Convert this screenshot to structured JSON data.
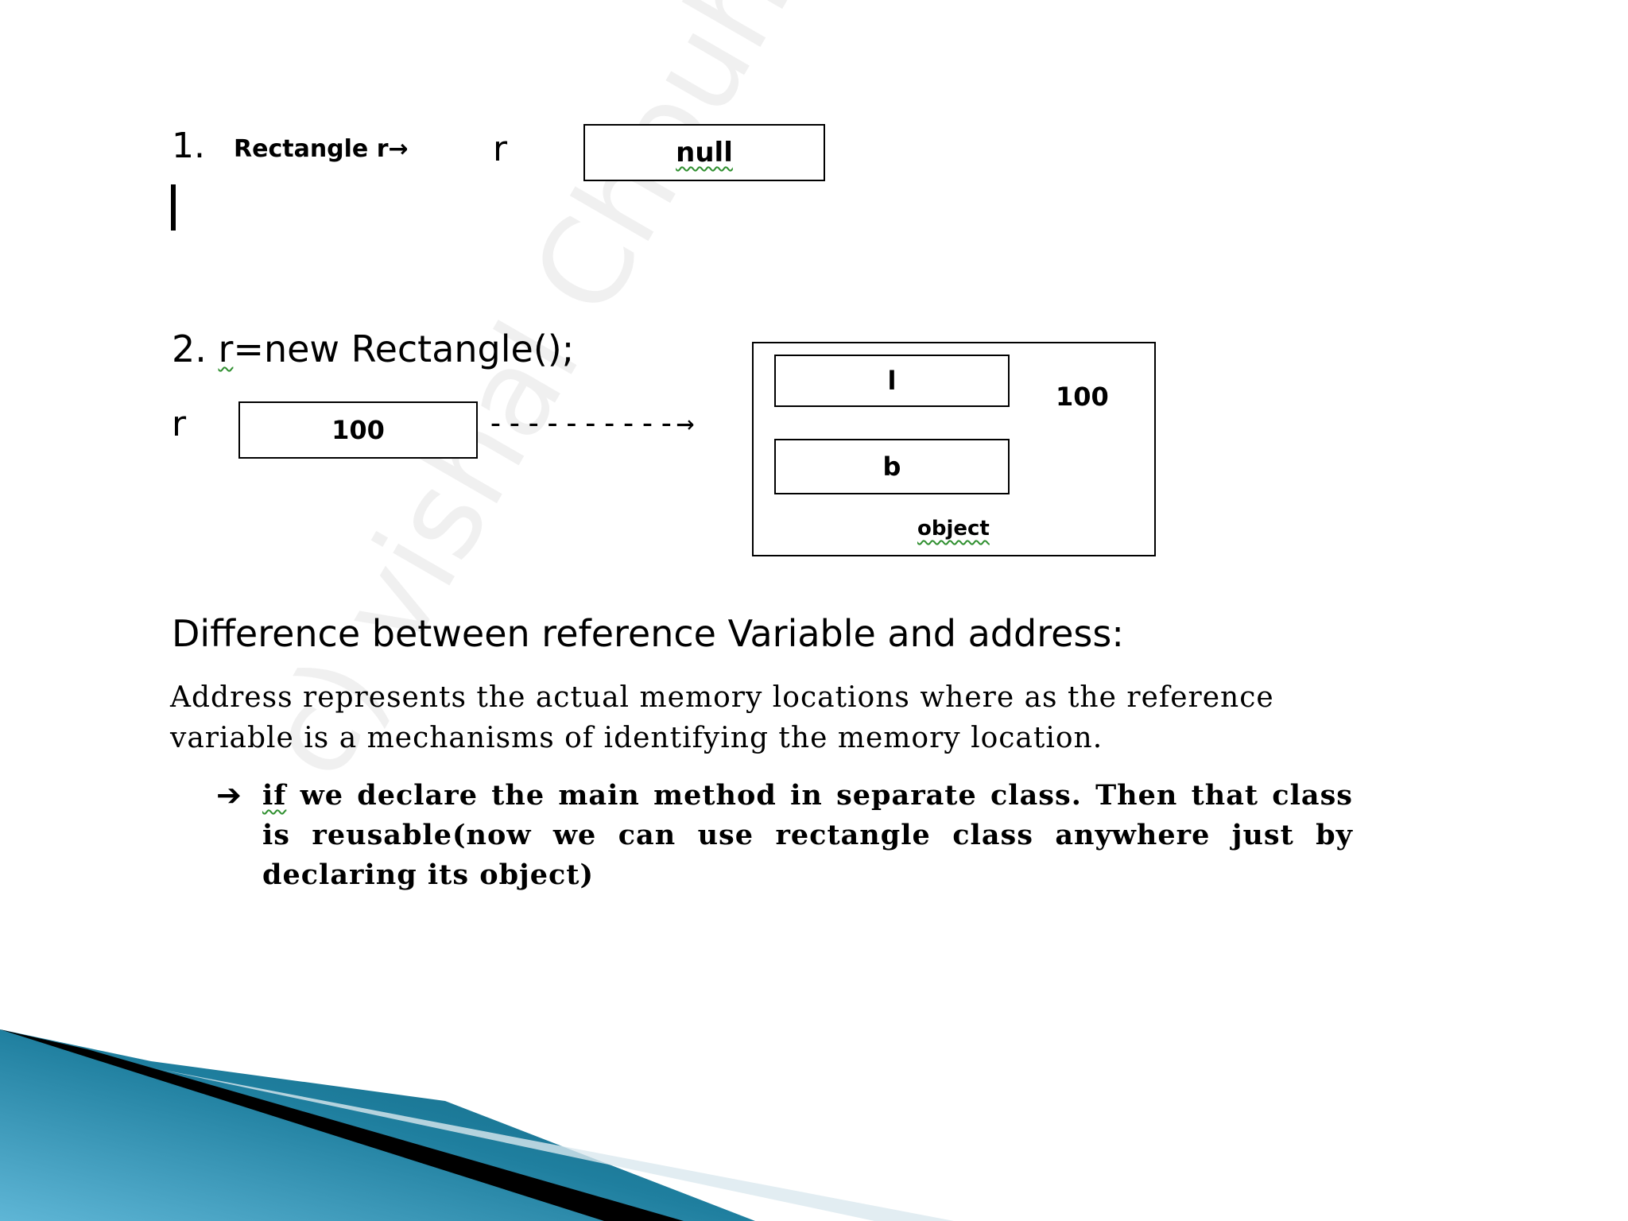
{
  "step1": {
    "number": "1.",
    "declaration": "Rectangle r→",
    "var_label": "r",
    "value": "null"
  },
  "step2": {
    "statement_prefix": "2. ",
    "statement_var": "r",
    "statement_rest": "=new Rectangle();",
    "var_label": "r",
    "ref_value": "100",
    "arrow": "----------→",
    "object": {
      "field1": "l",
      "field2": "b",
      "address": "100",
      "label": "object"
    }
  },
  "section": {
    "heading": "Difference between reference Variable and address:",
    "paragraph": "Address represents the actual memory locations where as the reference variable is a mechanisms of identifying the memory location.",
    "bullet_symbol": "➔",
    "bullet_first_word": "if",
    "bullet_text": " we declare the main method in separate class. Then that class is reusable(now we can use rectangle class anywhere just by declaring its object)"
  },
  "watermark": "c) vishal Chouhan MU",
  "colors": {
    "accent_dark": "#0e5f78",
    "accent_light": "#5fb6d6",
    "ribbon_black": "#000000"
  }
}
